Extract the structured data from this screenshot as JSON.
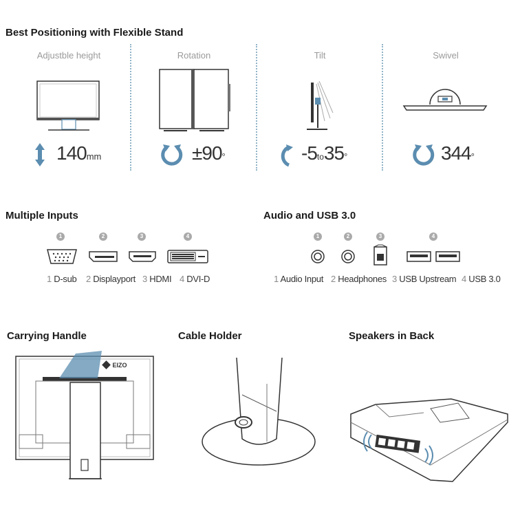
{
  "positioning": {
    "title": "Best Positioning with Flexible Stand",
    "features": [
      {
        "label": "Adjustble height",
        "value": "140",
        "unit": "mm"
      },
      {
        "label": "Rotation",
        "value": "±90",
        "unit": "°"
      },
      {
        "label": "Tilt",
        "value_from": "-5",
        "joiner": "to",
        "value_to": "35",
        "unit": "°"
      },
      {
        "label": "Swivel",
        "value": "344",
        "unit": "°"
      }
    ]
  },
  "inputs": {
    "title": "Multiple Inputs",
    "ports": [
      {
        "num": "1",
        "name": "D-sub"
      },
      {
        "num": "2",
        "name": "Displayport"
      },
      {
        "num": "3",
        "name": "HDMI"
      },
      {
        "num": "4",
        "name": "DVI-D"
      }
    ]
  },
  "audio_usb": {
    "title": "Audio and USB 3.0",
    "ports": [
      {
        "num": "1",
        "name": "Audio Input"
      },
      {
        "num": "2",
        "name": "Headphones"
      },
      {
        "num": "3",
        "name": "USB Upstream"
      },
      {
        "num": "4",
        "name": "USB 3.0"
      }
    ]
  },
  "carrying": {
    "title": "Carrying Handle",
    "logo": "EIZO"
  },
  "cable": {
    "title": "Cable Holder"
  },
  "speakers": {
    "title": "Speakers in Back"
  },
  "colors": {
    "accent": "#5b8db0",
    "divider": "#8fb3c8",
    "line": "#333333"
  }
}
